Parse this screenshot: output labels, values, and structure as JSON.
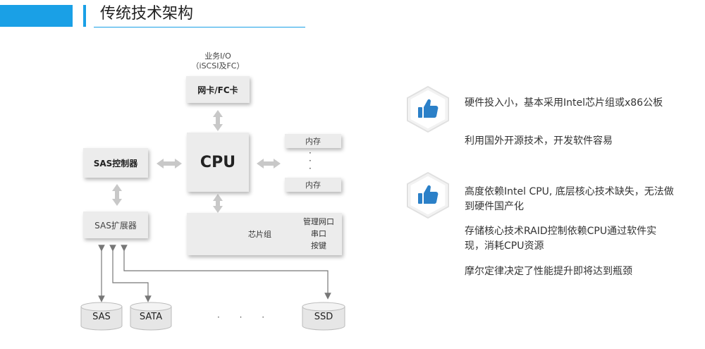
{
  "header": {
    "title": "传统技术架构"
  },
  "diagram": {
    "io_line1": "业务I/O",
    "io_line2": "（iSCSI及FC）",
    "nic": "网卡/FC卡",
    "cpu": "CPU",
    "sas_controller": "SAS控制器",
    "sas_expander": "SAS扩展器",
    "mem_top": "内存",
    "mem_bottom": "内存",
    "mem_dots": "·\n·\n·",
    "chipset": "芯片组",
    "chip_items": [
      "管理网口",
      "串口",
      "按键"
    ],
    "disks": [
      "SAS",
      "SATA",
      "SSD"
    ],
    "disk_dots": "· · ·",
    "colors": {
      "box": "#ececec",
      "arrow": "#c8c8c8",
      "wire": "#777777",
      "accent": "#1aa0e6"
    }
  },
  "pros": {
    "icon": "thumbs-up-icon",
    "items": [
      "硬件投入小，基本采用Intel芯片组或x86公板",
      "利用国外开源技术，开发软件容易"
    ]
  },
  "cons": {
    "icon": "thumbs-down-icon",
    "items": [
      "高度依赖Intel CPU, 底层核心技术缺失，无法做到硬件国产化",
      "存储核心技术RAID控制依赖CPU通过软件实现，消耗CPU资源",
      "摩尔定律决定了性能提升即将达到瓶颈"
    ]
  }
}
